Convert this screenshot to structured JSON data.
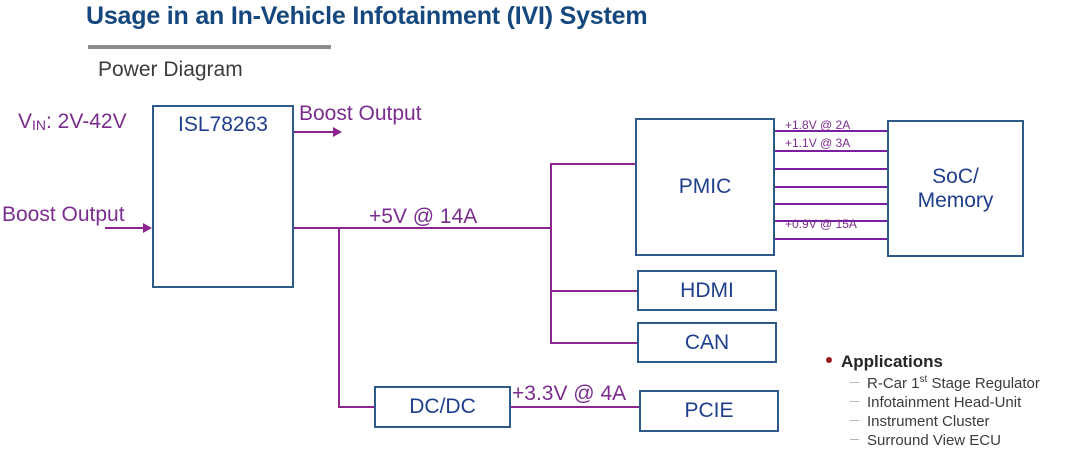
{
  "header": {
    "title": "Usage in an In-Vehicle Infotainment (IVI) System",
    "subtitle": "Power Diagram",
    "title_color": "#14477D",
    "rule_color": "#8C8C8C"
  },
  "diagram": {
    "block_border_color": "#2E5A87",
    "block_text_color": "#1F3E8C",
    "wire_color": "#8E258E",
    "blocks": [
      {
        "id": "isl",
        "label": "ISL78263"
      },
      {
        "id": "pmic",
        "label": "PMIC"
      },
      {
        "id": "soc",
        "label": "SoC/\nMemory"
      },
      {
        "id": "hdmi",
        "label": "HDMI"
      },
      {
        "id": "can",
        "label": "CAN"
      },
      {
        "id": "dcdc",
        "label": "DC/DC"
      },
      {
        "id": "pcie",
        "label": "PCIE"
      }
    ],
    "labels": {
      "vin_prefix": "V",
      "vin_sub": "IN",
      "vin_value": ": 2V-42V",
      "boost_output_top": "Boost Output",
      "boost_output_left": "Boost Output",
      "rail_5v": "+5V @ 14A",
      "rail_33v": "+3.3V @ 4A"
    },
    "pmic_rails": [
      {
        "label": "+1.8V @ 2A"
      },
      {
        "label": "+1.1V @ 3A"
      },
      {
        "label": ""
      },
      {
        "label": ""
      },
      {
        "label": ""
      },
      {
        "label": ""
      },
      {
        "label": "+0.9V @ 15A"
      }
    ]
  },
  "applications": {
    "heading": "Applications",
    "bullet_color": "#9B1B1B",
    "items": [
      {
        "text_before": "R-Car 1",
        "sup": "st",
        "text_after": " Stage Regulator"
      },
      {
        "text_before": "Infotainment Head-Unit",
        "sup": "",
        "text_after": ""
      },
      {
        "text_before": "Instrument Cluster",
        "sup": "",
        "text_after": ""
      },
      {
        "text_before": "Surround View ECU",
        "sup": "",
        "text_after": ""
      }
    ]
  }
}
